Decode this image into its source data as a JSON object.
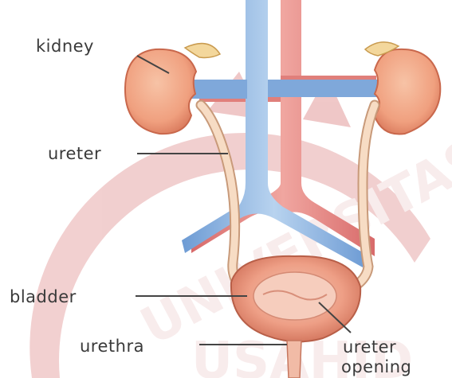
{
  "labels": {
    "kidney": "kidney",
    "ureter": "ureter",
    "bladder": "bladder",
    "urethra": "urethra",
    "ureter_opening_line1": "ureter",
    "ureter_opening_line2": "opening"
  },
  "watermark": {
    "arc_text": "UNIVERSITAS",
    "bottom_text": "USAHID"
  },
  "colors": {
    "watermark_red": "#e8b7b7",
    "kidney": "#f2a07e",
    "vein": "#8ab4e0",
    "artery": "#e88e8c",
    "ureter_tube": "#f7dcc4",
    "bladder": "#f5b59a",
    "label_text": "#3a3a3a"
  }
}
